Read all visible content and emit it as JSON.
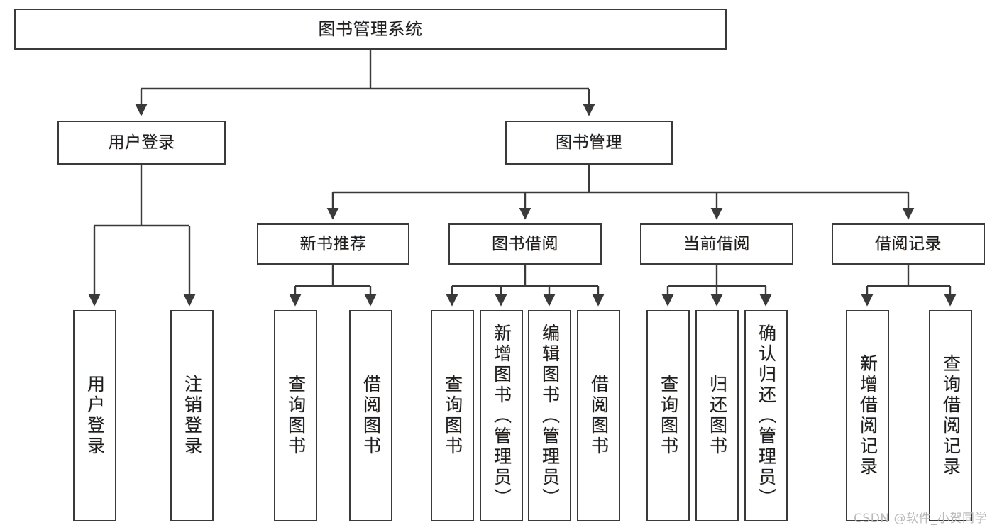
{
  "diagram": {
    "title": "图书管理系统",
    "type": "tree-hierarchy",
    "stroke_color": "#3a3a3a",
    "fill_color": "#ffffff"
  },
  "nodes": {
    "root": {
      "label": "图书管理系统"
    },
    "level2": [
      {
        "id": "user-login",
        "label": "用户登录"
      },
      {
        "id": "book-manage",
        "label": "图书管理"
      }
    ],
    "level3": [
      {
        "id": "new-book-rec",
        "label": "新书推荐"
      },
      {
        "id": "book-borrow",
        "label": "图书借阅"
      },
      {
        "id": "current-borrow",
        "label": "当前借阅"
      },
      {
        "id": "borrow-record",
        "label": "借阅记录"
      }
    ],
    "leaves": [
      {
        "id": "leaf-user-login",
        "label": "用户登录",
        "parent": "user-login"
      },
      {
        "id": "leaf-user-logout",
        "label": "注销登录",
        "parent": "user-login"
      },
      {
        "id": "leaf-query-book-1",
        "label": "查询图书",
        "parent": "new-book-rec"
      },
      {
        "id": "leaf-borrow-book-1",
        "label": "借阅图书",
        "parent": "new-book-rec"
      },
      {
        "id": "leaf-query-book-2",
        "label": "查询图书",
        "parent": "book-borrow"
      },
      {
        "id": "leaf-add-book",
        "label": "新增图书（管理员）",
        "parent": "book-borrow"
      },
      {
        "id": "leaf-edit-book",
        "label": "编辑图书（管理员）",
        "parent": "book-borrow"
      },
      {
        "id": "leaf-borrow-book-2",
        "label": "借阅图书",
        "parent": "book-borrow"
      },
      {
        "id": "leaf-query-book-3",
        "label": "查询图书",
        "parent": "current-borrow"
      },
      {
        "id": "leaf-return-book",
        "label": "归还图书",
        "parent": "current-borrow"
      },
      {
        "id": "leaf-confirm-return",
        "label": "确认归还（管理员）",
        "parent": "current-borrow"
      },
      {
        "id": "leaf-add-record",
        "label": "新增借阅记录",
        "parent": "borrow-record"
      },
      {
        "id": "leaf-query-record",
        "label": "查询借阅记录",
        "parent": "borrow-record"
      }
    ]
  },
  "watermark": {
    "text": "CSDN @软件_小贺同学"
  }
}
